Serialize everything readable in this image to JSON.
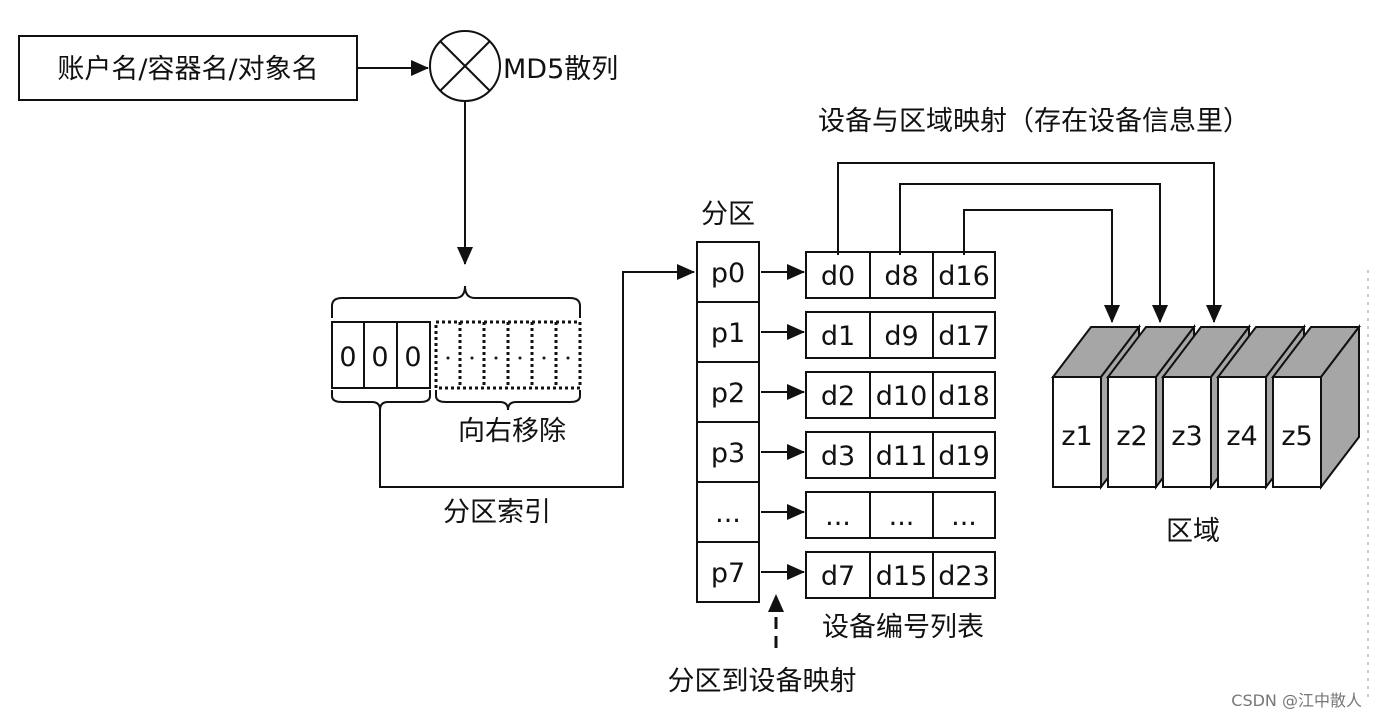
{
  "input_label": "账户名/容器名/对象名",
  "hash_label": "MD5散列",
  "mapping_label": "设备与区域映射（存在设备信息里）",
  "partition_header": "分区",
  "bits": [
    "0",
    "0",
    "0"
  ],
  "shift_label": "向右移除",
  "index_label": "分区索引",
  "partitions": [
    "p0",
    "p1",
    "p2",
    "p3",
    "...",
    "p7"
  ],
  "device_rows": [
    [
      "d0",
      "d8",
      "d16"
    ],
    [
      "d1",
      "d9",
      "d17"
    ],
    [
      "d2",
      "d10",
      "d18"
    ],
    [
      "d3",
      "d11",
      "d19"
    ],
    [
      "...",
      "...",
      "..."
    ],
    [
      "d7",
      "d15",
      "d23"
    ]
  ],
  "device_list_label": "设备编号列表",
  "partition_map_label": "分区到设备映射",
  "zones": [
    "z1",
    "z2",
    "z3",
    "z4",
    "z5"
  ],
  "zone_label": "区域",
  "watermark": "CSDN @江中散人",
  "colors": {
    "line": "#111111",
    "zone_face": "#ffffff",
    "zone_side": "#a6a6a6"
  }
}
